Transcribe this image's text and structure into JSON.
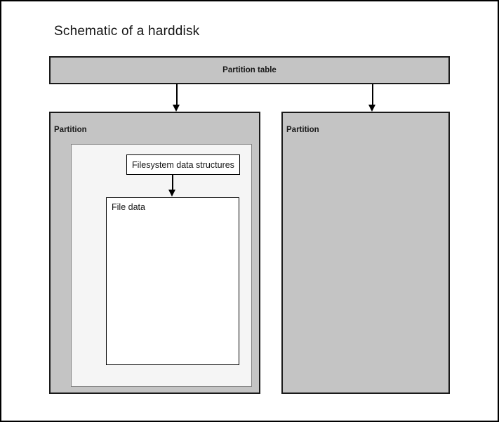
{
  "title": "Schematic of a harddisk",
  "diagram": {
    "partition_table": {
      "label": "Partition table"
    },
    "partitions": [
      {
        "label": "Partition"
      },
      {
        "label": "Partition"
      }
    ],
    "filesystem_box": {
      "label": "Filesystem data structures"
    },
    "file_data_box": {
      "label": "File data"
    }
  },
  "colors": {
    "partition_fill": "#c4c4c4",
    "inner_area_fill": "#f5f5f5",
    "box_border": "#1a1a1a",
    "inner_area_border": "#848484",
    "background": "#ffffff"
  }
}
